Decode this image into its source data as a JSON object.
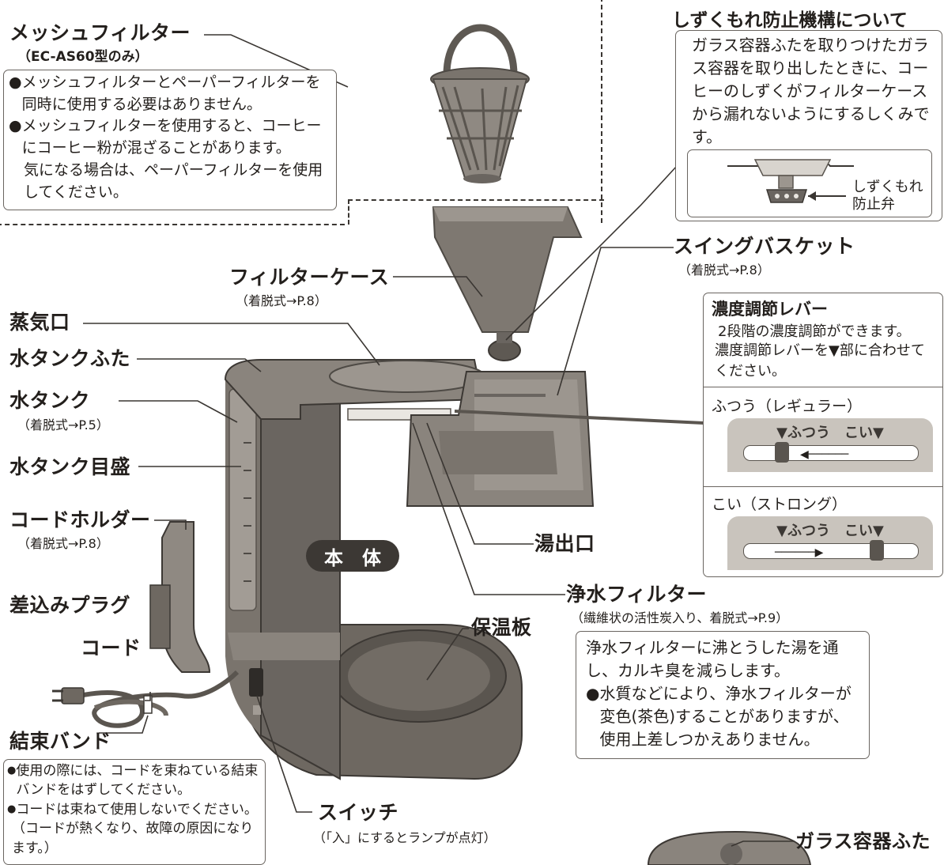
{
  "page_title": "しずくもれ防止機構について",
  "drip_box": {
    "text": "ガラス容器ふたを取りつけたガラス容器を取り出したときに、コーヒーのしずくがフィルターケースから漏れないようにするしくみです。",
    "valve_label_1": "しずくもれ",
    "valve_label_2": "防止弁"
  },
  "mesh_filter": {
    "title": "メッシュフィルター",
    "subtitle": "（EC-AS60型のみ）",
    "note1": "メッシュフィルターとペーパーフィルターを同時に使用する必要はありません。",
    "note2a": "メッシュフィルターを使用すると、コーヒーにコーヒー粉が混ざることがあります。",
    "note2b": "気になる場合は、ペーパーフィルターを使用してください。"
  },
  "labels": {
    "filter_case": "フィルターケース",
    "filter_case_sub": "（着脱式→P.8）",
    "swing_basket": "スイングバスケット",
    "swing_basket_sub": "（着脱式→P.8）",
    "steam_vent": "蒸気口",
    "tank_lid": "水タンクふた",
    "tank": "水タンク",
    "tank_sub": "（着脱式→P.5）",
    "tank_scale": "水タンク目盛",
    "cord_holder": "コードホルダー",
    "cord_holder_sub": "（着脱式→P.8）",
    "plug": "差込みプラグ",
    "cord": "コード",
    "band": "結束バンド",
    "body": "本　体",
    "outlet": "湯出口",
    "purifier": "浄水フィルター",
    "purifier_sub": "（繊維状の活性炭入り、着脱式→P.9）",
    "warmer": "保温板",
    "switch": "スイッチ",
    "switch_sub": "（「入」にするとランプが点灯）",
    "glass_lid": "ガラス容器ふた"
  },
  "strength": {
    "title": "濃度調節レバー",
    "desc1": "2段階の濃度調節ができます。",
    "desc2": "濃度調節レバーを▼部に合わせてください。",
    "regular": "ふつう（レギュラー）",
    "strong": "こい（ストロング）",
    "dial_text": "▼ふつう　こい▼"
  },
  "purifier_box": {
    "text": "浄水フィルターに沸とうした湯を通し、カルキ臭を減らします。",
    "note": "水質などにより、浄水フィルターが変色(茶色)することがありますが、使用上差しつかえありません。"
  },
  "cord_notes": {
    "n1": "使用の際には、コードを束ねている結束バンドをはずしてください。",
    "n2": "コードは束ねて使用しないでください。",
    "n3": "（コードが熱くなり、故障の原因になります。）"
  },
  "bullet": "●",
  "colors": {
    "body": "#6a6560",
    "body_light": "#9c968f",
    "basket": "#8a847d",
    "ink": "#231f1c"
  }
}
